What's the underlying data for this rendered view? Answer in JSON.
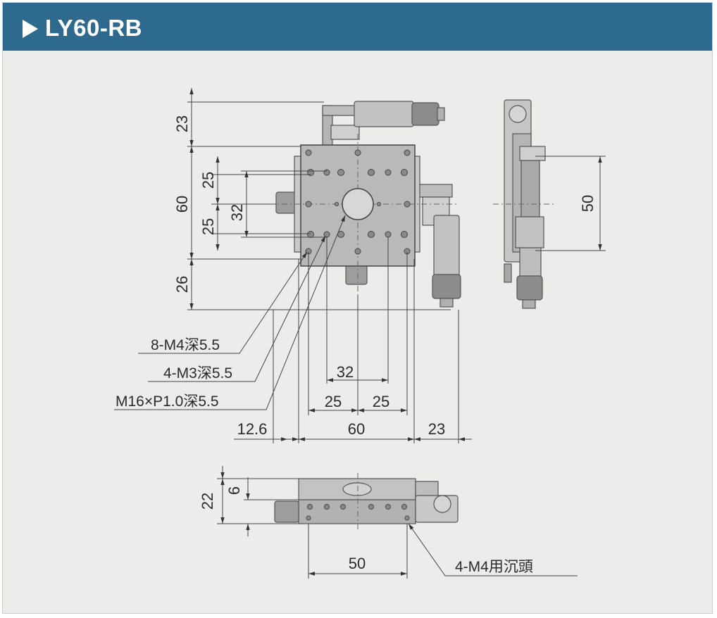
{
  "header": {
    "title": "LY60-RB"
  },
  "top_view": {
    "dims": {
      "left_23": "23",
      "left_60": "60",
      "left_25a": "25",
      "left_25b": "25",
      "left_32": "32",
      "left_26": "26",
      "bottom_32": "32",
      "bottom_25a": "25",
      "bottom_25b": "25",
      "bottom_12_6": "12.6",
      "bottom_60": "60",
      "bottom_23": "23"
    },
    "callouts": {
      "holes_m4": "8-M4深5.5",
      "holes_m3": "4-M3深5.5",
      "center_thread": "M16×P1.0深5.5"
    }
  },
  "side_view": {
    "dims": {
      "right_50": "50"
    }
  },
  "front_view": {
    "dims": {
      "left_22": "22",
      "left_6": "6",
      "bottom_50": "50"
    },
    "callouts": {
      "mount_holes": "4-M4用沉頭"
    }
  },
  "colors": {
    "header": "#2e6a8e",
    "panel": "#ececeb",
    "line": "#3a3a3a",
    "part_fill": "#b9b9b9"
  }
}
